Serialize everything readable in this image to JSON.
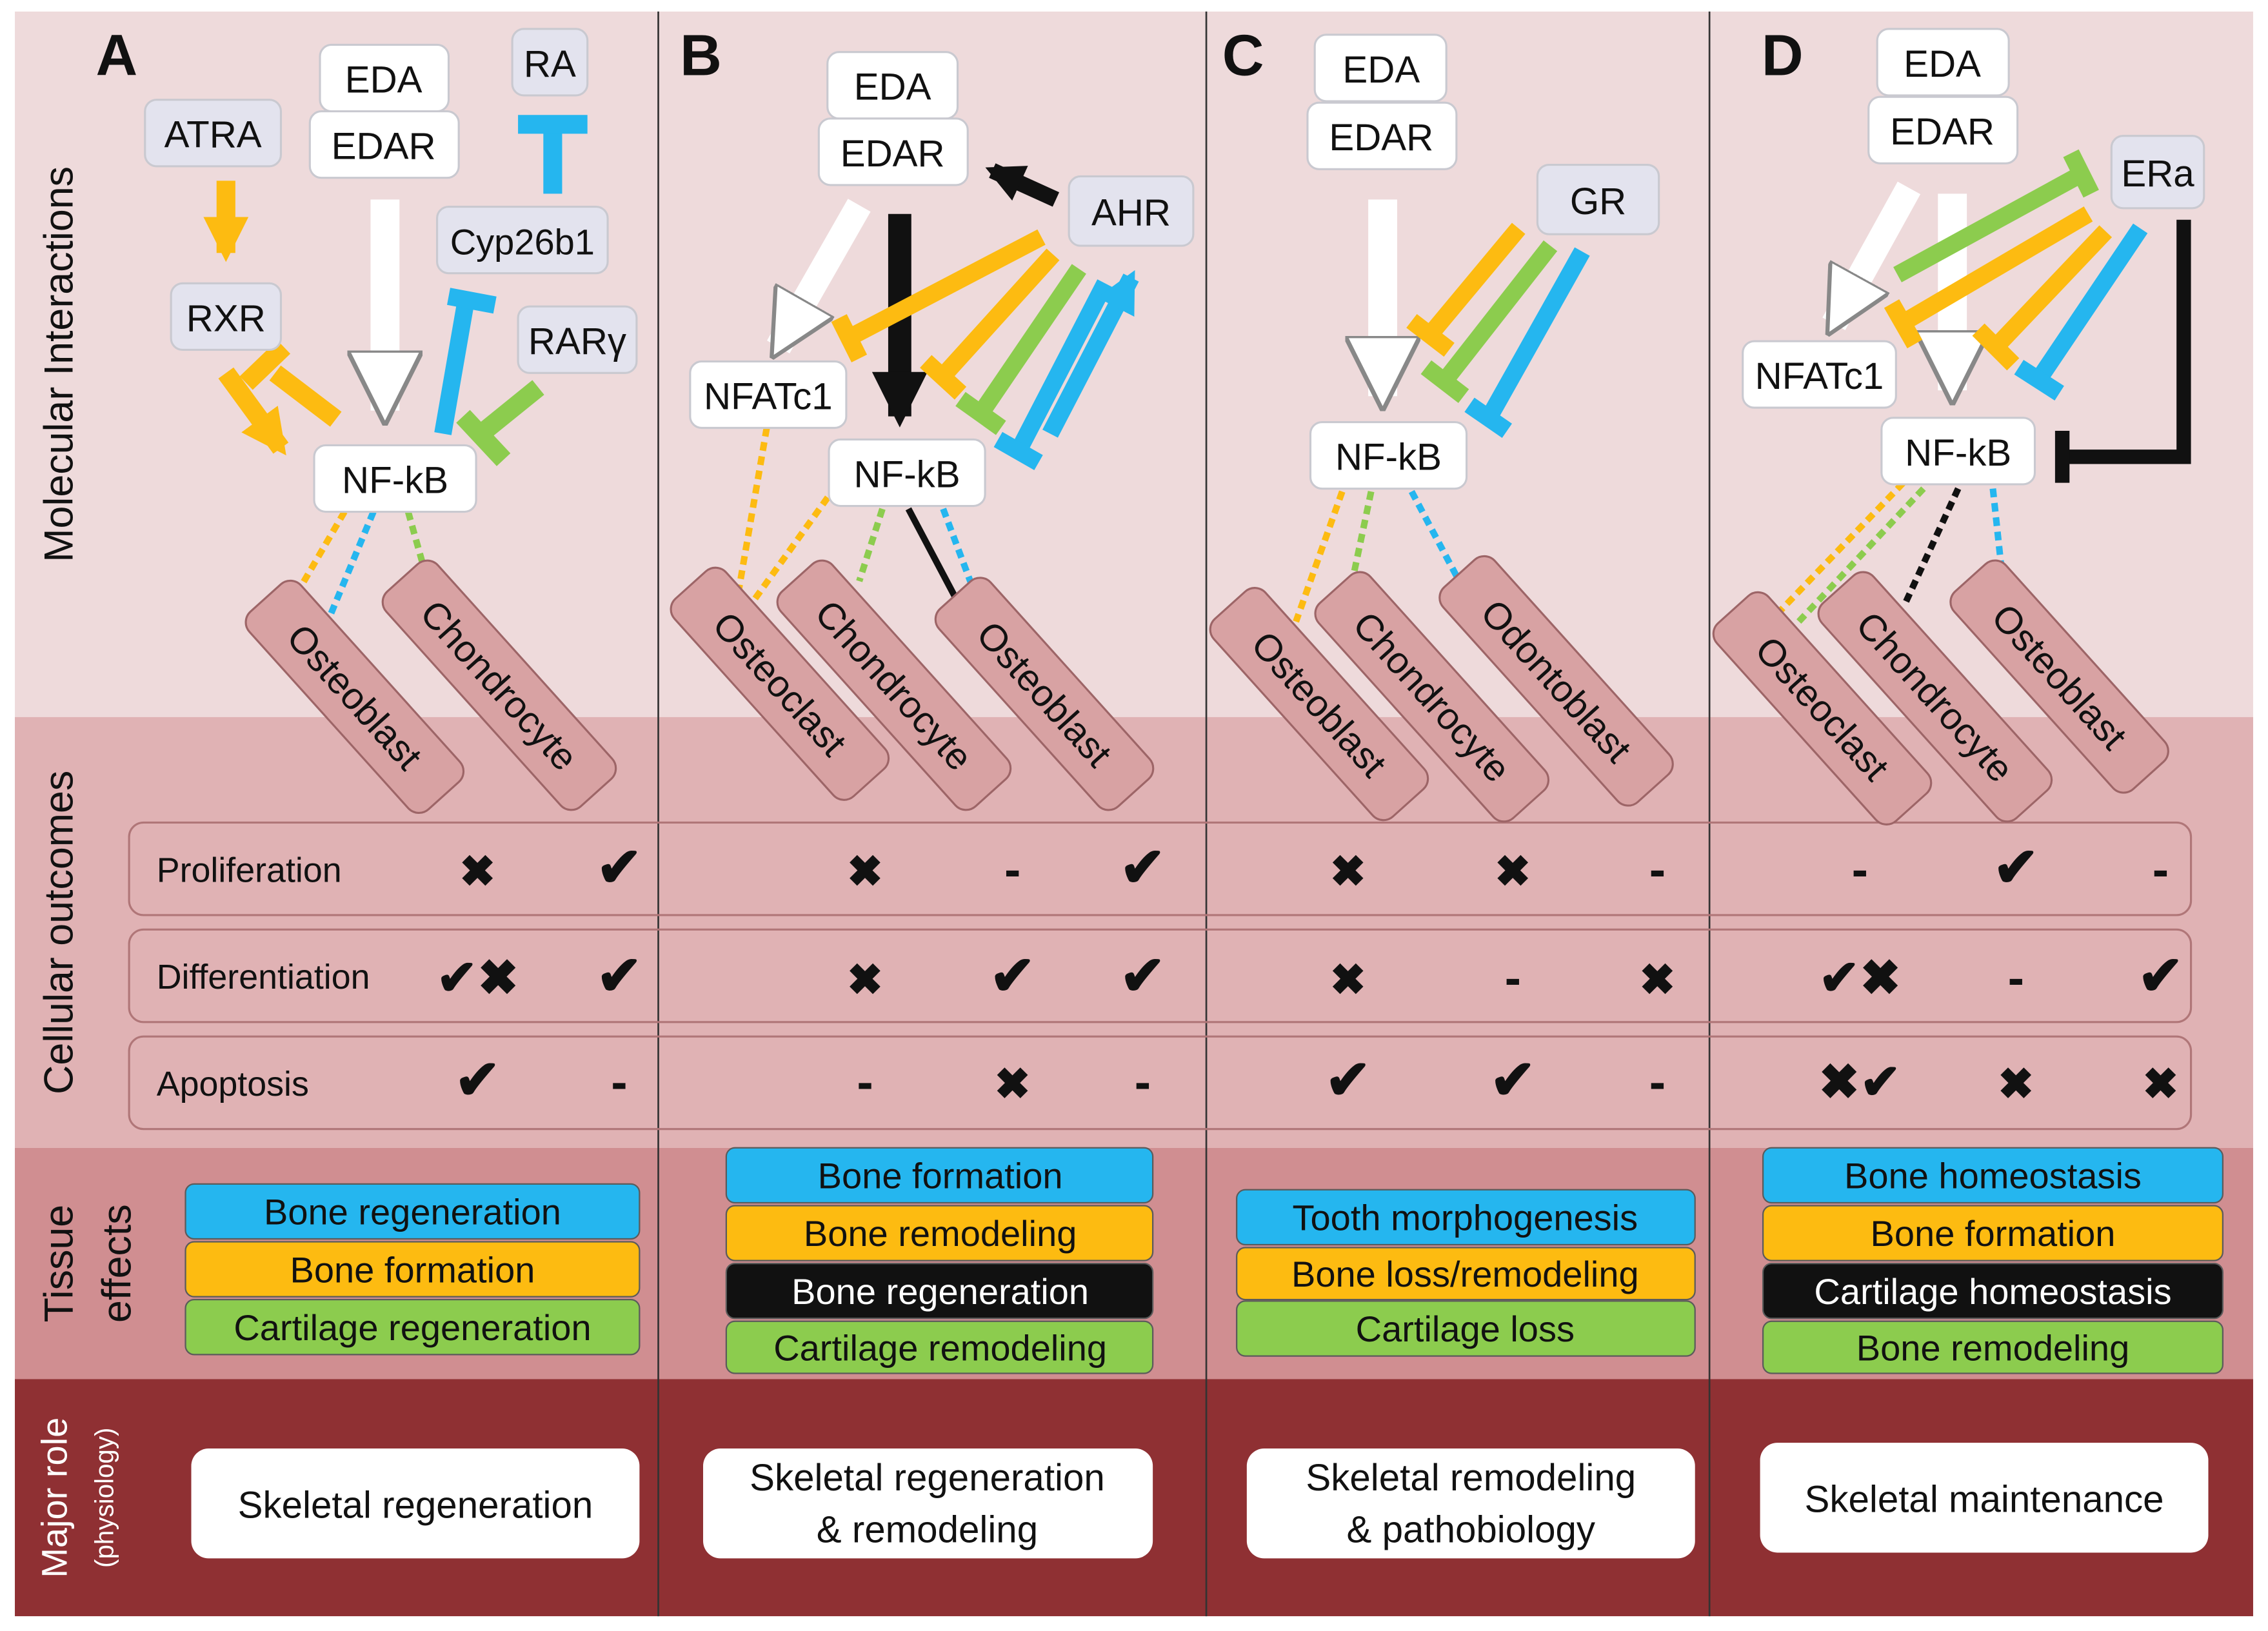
{
  "rows": {
    "molecular": "Molecular Interactions",
    "cellular": "Cellular outcomes",
    "tissue": [
      "Tissue",
      "effects"
    ],
    "role": [
      "Major role",
      "(physiology)"
    ]
  },
  "outcomes": [
    "Proliferation",
    "Differentiation",
    "Apoptosis"
  ],
  "colors": {
    "row1": "#eedadb",
    "row2": "#e0b2b4",
    "row3": "#d08e91",
    "row4": "#8f3033",
    "pill": "#e3e3ee",
    "node": "#d8a2a3",
    "blue": "#25b6ef",
    "orange": "#fdbb11",
    "green": "#8ccc4e",
    "black": "#111111"
  },
  "panels": [
    {
      "letter": "A",
      "labels": {
        "eda": "EDA",
        "edar": "EDAR",
        "ra": "RA",
        "atra": "ATRA",
        "cyp": "Cyp26b1",
        "rxr": "RXR",
        "rary": "RARγ",
        "nfkb": "NF-kB"
      },
      "cells": [
        "Osteoblast",
        "Chondrocyte"
      ],
      "marks": [
        [
          "x",
          "check"
        ],
        [
          "checkx",
          "check"
        ],
        [
          "check",
          "dash"
        ]
      ],
      "effects": [
        {
          "text": "Bone regeneration",
          "color": "blue"
        },
        {
          "text": "Bone formation",
          "color": "orange"
        },
        {
          "text": "Cartilage regeneration",
          "color": "green"
        }
      ],
      "role": [
        "Skeletal regeneration"
      ]
    },
    {
      "letter": "B",
      "labels": {
        "eda": "EDA",
        "edar": "EDAR",
        "ahr": "AHR",
        "nfatc1": "NFATc1",
        "nfkb": "NF-kB"
      },
      "cells": [
        "Osteoclast",
        "Chondrocyte",
        "Osteoblast"
      ],
      "marks": [
        [
          "x",
          "dash",
          "check"
        ],
        [
          "x",
          "check",
          "check"
        ],
        [
          "dash",
          "x",
          "dash"
        ]
      ],
      "effects": [
        {
          "text": "Bone formation",
          "color": "blue"
        },
        {
          "text": "Bone remodeling",
          "color": "orange"
        },
        {
          "text": "Bone regeneration",
          "color": "black"
        },
        {
          "text": "Cartilage remodeling",
          "color": "green"
        }
      ],
      "role": [
        "Skeletal regeneration",
        "& remodeling"
      ]
    },
    {
      "letter": "C",
      "labels": {
        "eda": "EDA",
        "edar": "EDAR",
        "gr": "GR",
        "nfkb": "NF-kB"
      },
      "cells": [
        "Osteoblast",
        "Chondrocyte",
        "Odontoblast"
      ],
      "marks": [
        [
          "x",
          "x",
          "dash"
        ],
        [
          "x",
          "dash",
          "x"
        ],
        [
          "check",
          "check",
          "dash"
        ]
      ],
      "effects": [
        {
          "text": "Tooth morphogenesis",
          "color": "blue"
        },
        {
          "text": "Bone loss/remodeling",
          "color": "orange"
        },
        {
          "text": "Cartilage loss",
          "color": "green"
        }
      ],
      "role": [
        "Skeletal remodeling",
        "& pathobiology"
      ]
    },
    {
      "letter": "D",
      "labels": {
        "eda": "EDA",
        "edar": "EDAR",
        "era": "ERa",
        "nfatc1": "NFATc1",
        "nfkb": "NF-kB"
      },
      "cells": [
        "Osteoclast",
        "Chondrocyte",
        "Osteoblast"
      ],
      "marks": [
        [
          "dash",
          "check",
          "dash"
        ],
        [
          "checkx",
          "dash",
          "check"
        ],
        [
          "xcheck",
          "x",
          "x"
        ]
      ],
      "effects": [
        {
          "text": "Bone homeostasis",
          "color": "blue"
        },
        {
          "text": "Bone formation",
          "color": "orange"
        },
        {
          "text": "Cartilage homeostasis",
          "color": "black"
        },
        {
          "text": "Bone remodeling",
          "color": "green"
        }
      ],
      "role": [
        "Skeletal maintenance"
      ]
    }
  ]
}
